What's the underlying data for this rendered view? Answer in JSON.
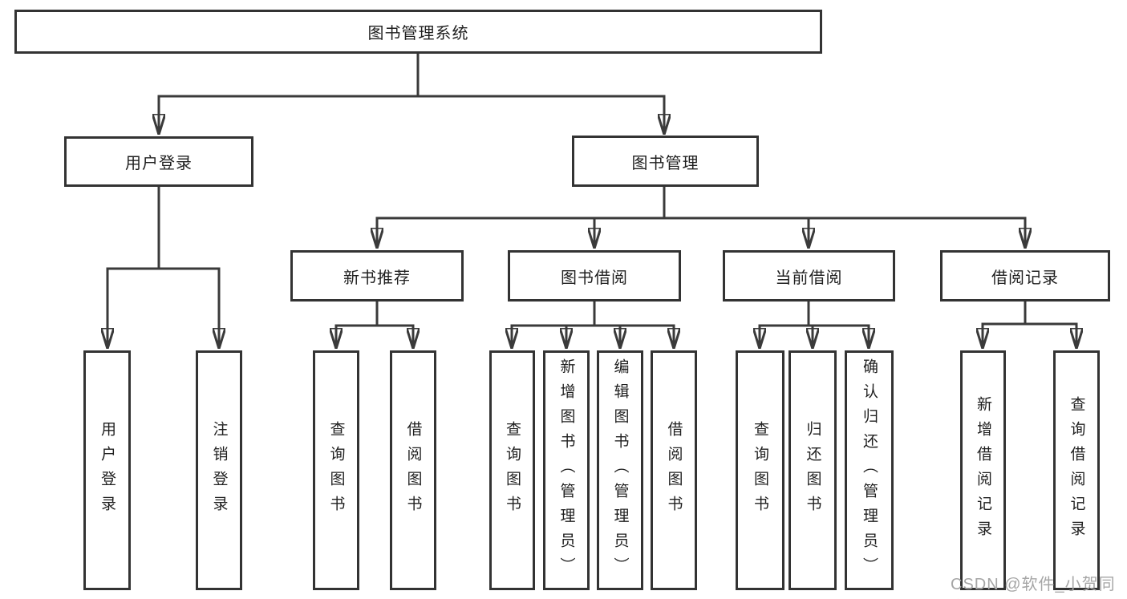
{
  "tree": {
    "root": {
      "label": "图书管理系统"
    },
    "branches": [
      {
        "label": "用户登录",
        "children": [
          {
            "label": "用户登录"
          },
          {
            "label": "注销登录"
          }
        ]
      },
      {
        "label": "图书管理",
        "children": [
          {
            "label": "新书推荐",
            "children": [
              {
                "label": "查询图书"
              },
              {
                "label": "借阅图书"
              }
            ]
          },
          {
            "label": "图书借阅",
            "children": [
              {
                "label": "查询图书"
              },
              {
                "label": "新增图书（管理员）"
              },
              {
                "label": "编辑图书（管理员）"
              },
              {
                "label": "借阅图书"
              }
            ]
          },
          {
            "label": "当前借阅",
            "children": [
              {
                "label": "查询图书"
              },
              {
                "label": "归还图书"
              },
              {
                "label": "确认归还（管理员）"
              }
            ]
          },
          {
            "label": "借阅记录",
            "children": [
              {
                "label": "新增借阅记录"
              },
              {
                "label": "查询借阅记录"
              }
            ]
          }
        ]
      }
    ]
  },
  "watermark": {
    "text": "CSDN @软件_小贺同学"
  },
  "colors": {
    "line": "#3a3a3a",
    "border": "#333333",
    "text": "#1f1f1f",
    "watermark": "#a6a6a6",
    "background": "#ffffff"
  }
}
